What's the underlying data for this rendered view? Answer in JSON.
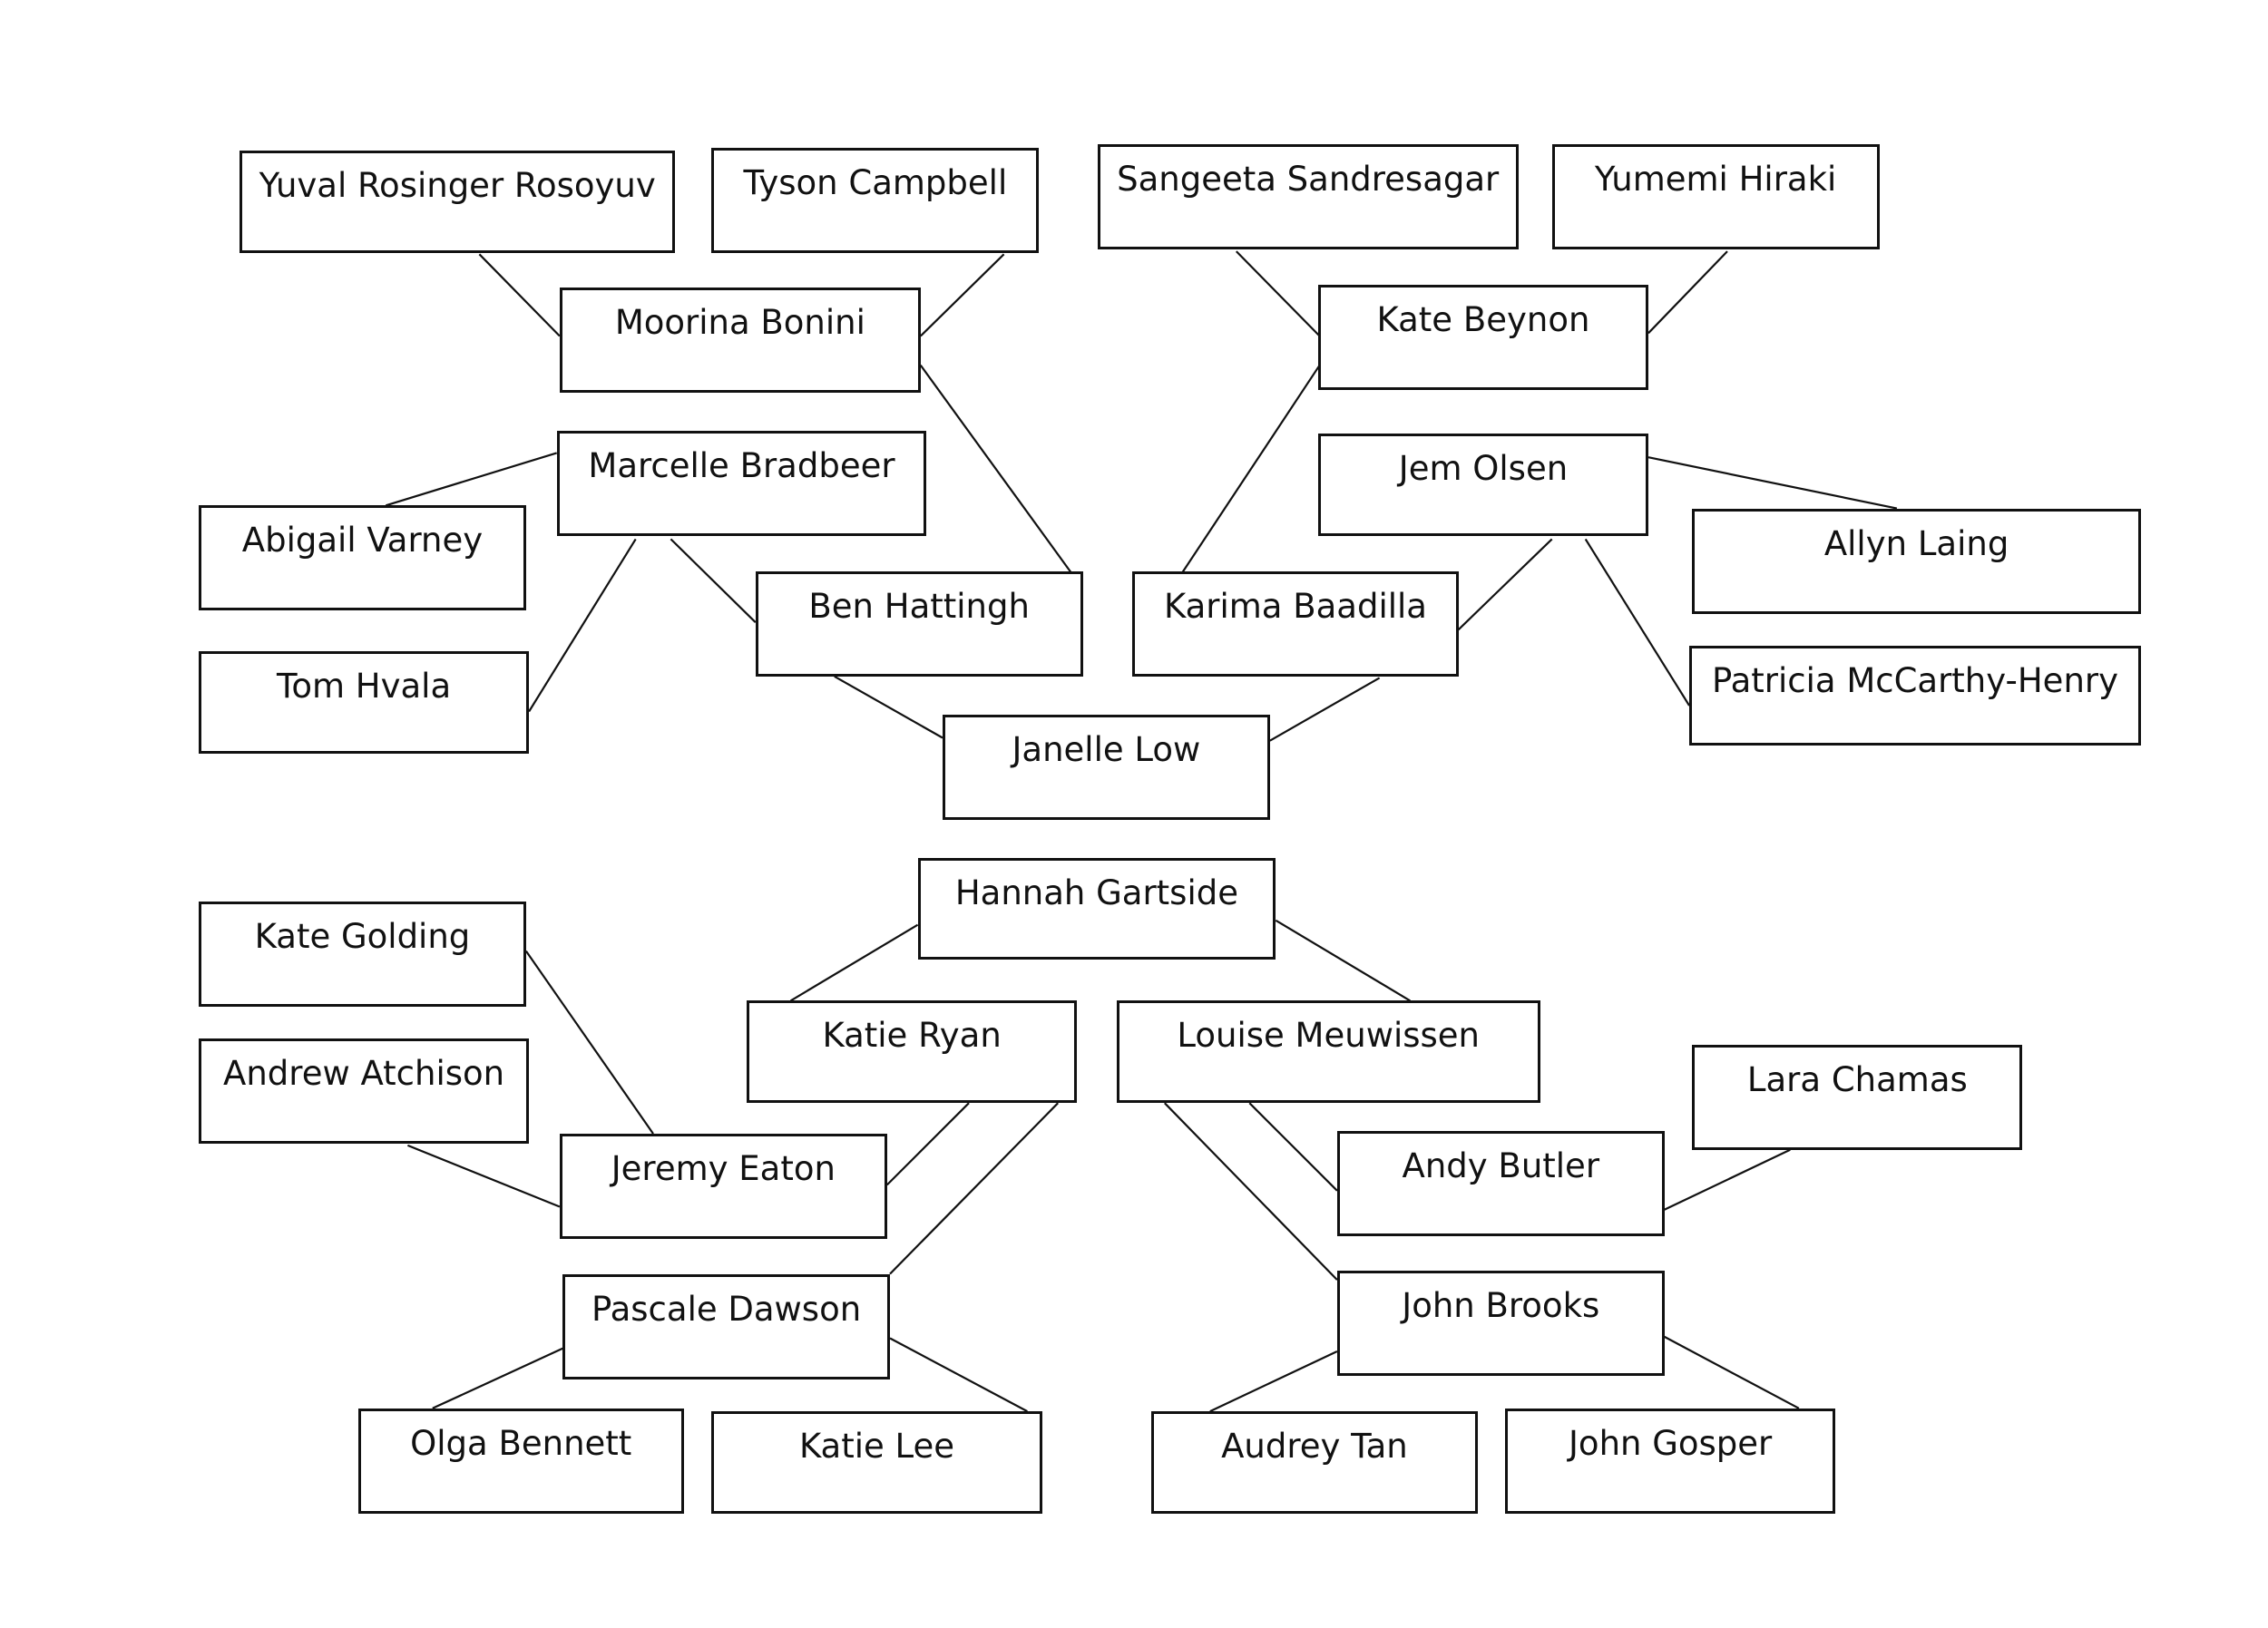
{
  "colors": {
    "background": "#ffffff",
    "ink": "#111111"
  },
  "nodes": [
    {
      "id": "yuval-rosinger-rosoyuv",
      "label": "Yuval Rosinger Rosoyuv"
    },
    {
      "id": "tyson-campbell",
      "label": "Tyson Campbell"
    },
    {
      "id": "sangeeta-sandresagar",
      "label": "Sangeeta Sandresagar"
    },
    {
      "id": "yumemi-hiraki",
      "label": "Yumemi Hiraki"
    },
    {
      "id": "moorina-bonini",
      "label": "Moorina Bonini"
    },
    {
      "id": "kate-beynon",
      "label": "Kate Beynon"
    },
    {
      "id": "marcelle-bradbeer",
      "label": "Marcelle Bradbeer"
    },
    {
      "id": "jem-olsen",
      "label": "Jem Olsen"
    },
    {
      "id": "abigail-varney",
      "label": "Abigail Varney"
    },
    {
      "id": "allyn-laing",
      "label": "Allyn Laing"
    },
    {
      "id": "ben-hattingh",
      "label": "Ben Hattingh"
    },
    {
      "id": "karima-baadilla",
      "label": "Karima Baadilla"
    },
    {
      "id": "tom-hvala",
      "label": "Tom Hvala"
    },
    {
      "id": "patricia-mccarthy-henry",
      "label": "Patricia McCarthy-Henry"
    },
    {
      "id": "janelle-low",
      "label": "Janelle Low"
    },
    {
      "id": "hannah-gartside",
      "label": "Hannah Gartside"
    },
    {
      "id": "kate-golding",
      "label": "Kate Golding"
    },
    {
      "id": "katie-ryan",
      "label": "Katie Ryan"
    },
    {
      "id": "louise-meuwissen",
      "label": "Louise Meuwissen"
    },
    {
      "id": "lara-chamas",
      "label": "Lara Chamas"
    },
    {
      "id": "andrew-atchison",
      "label": "Andrew Atchison"
    },
    {
      "id": "jeremy-eaton",
      "label": "Jeremy Eaton"
    },
    {
      "id": "andy-butler",
      "label": "Andy Butler"
    },
    {
      "id": "pascale-dawson",
      "label": "Pascale Dawson"
    },
    {
      "id": "john-brooks",
      "label": "John Brooks"
    },
    {
      "id": "olga-bennett",
      "label": "Olga Bennett"
    },
    {
      "id": "katie-lee",
      "label": "Katie Lee"
    },
    {
      "id": "audrey-tan",
      "label": "Audrey Tan"
    },
    {
      "id": "john-gosper",
      "label": "John Gosper"
    }
  ],
  "edges": [
    {
      "from": "yuval-rosinger-rosoyuv",
      "to": "moorina-bonini"
    },
    {
      "from": "tyson-campbell",
      "to": "moorina-bonini"
    },
    {
      "from": "moorina-bonini",
      "to": "ben-hattingh"
    },
    {
      "from": "abigail-varney",
      "to": "marcelle-bradbeer"
    },
    {
      "from": "tom-hvala",
      "to": "marcelle-bradbeer"
    },
    {
      "from": "marcelle-bradbeer",
      "to": "ben-hattingh"
    },
    {
      "from": "ben-hattingh",
      "to": "janelle-low"
    },
    {
      "from": "sangeeta-sandresagar",
      "to": "kate-beynon"
    },
    {
      "from": "yumemi-hiraki",
      "to": "kate-beynon"
    },
    {
      "from": "kate-beynon",
      "to": "karima-baadilla"
    },
    {
      "from": "allyn-laing",
      "to": "jem-olsen"
    },
    {
      "from": "patricia-mccarthy-henry",
      "to": "jem-olsen"
    },
    {
      "from": "jem-olsen",
      "to": "karima-baadilla"
    },
    {
      "from": "karima-baadilla",
      "to": "janelle-low"
    },
    {
      "from": "hannah-gartside",
      "to": "katie-ryan"
    },
    {
      "from": "hannah-gartside",
      "to": "louise-meuwissen"
    },
    {
      "from": "kate-golding",
      "to": "jeremy-eaton"
    },
    {
      "from": "andrew-atchison",
      "to": "jeremy-eaton"
    },
    {
      "from": "jeremy-eaton",
      "to": "katie-ryan"
    },
    {
      "from": "pascale-dawson",
      "to": "katie-ryan"
    },
    {
      "from": "olga-bennett",
      "to": "pascale-dawson"
    },
    {
      "from": "katie-lee",
      "to": "pascale-dawson"
    },
    {
      "from": "andy-butler",
      "to": "louise-meuwissen"
    },
    {
      "from": "john-brooks",
      "to": "louise-meuwissen"
    },
    {
      "from": "lara-chamas",
      "to": "andy-butler"
    },
    {
      "from": "audrey-tan",
      "to": "john-brooks"
    },
    {
      "from": "john-gosper",
      "to": "john-brooks"
    }
  ]
}
